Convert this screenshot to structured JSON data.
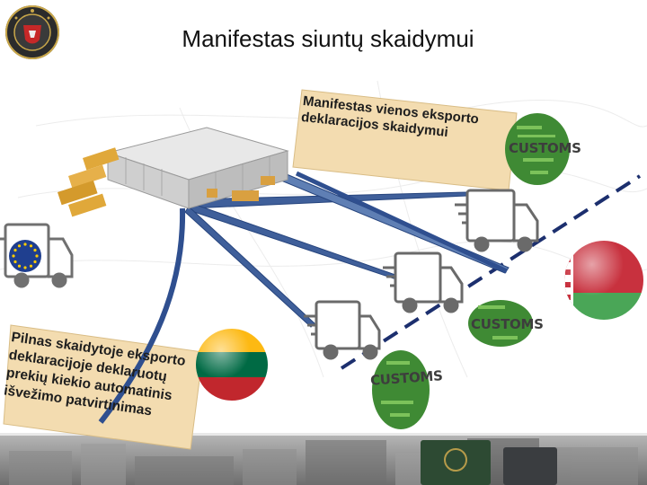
{
  "slide": {
    "title": "Manifestas siuntų skaidymui",
    "note_top": "Manifestas vienos eksporto\ndeklaracijos skaidymui",
    "note_bottom": "Pilnas skaidytoje eksporto\ndeklaracijoje deklaruotų\nprekių kiekio automatinis\nišvežimo patvirtinimas",
    "customs_labels": [
      "CUSTOMS",
      "CUSTOMS",
      "CUSTOMS"
    ]
  },
  "colors": {
    "lithuania": [
      "#fdb913",
      "#006a44",
      "#c1272d"
    ],
    "belarus": [
      "#c8313e",
      "#4aa657"
    ],
    "eu_blue": "#1f3f8f",
    "eu_star": "#ffcc00",
    "border_line": "#1c2f6e",
    "arrow": "#2f4f8f",
    "note_paper": "#f1d6a2"
  },
  "icons": [
    "customs-logo-icon",
    "warehouse-icon",
    "truck-icon",
    "eu-flag-icon",
    "lithuania-flag-icon",
    "belarus-flag-icon",
    "customs-word-cloud-icon"
  ]
}
